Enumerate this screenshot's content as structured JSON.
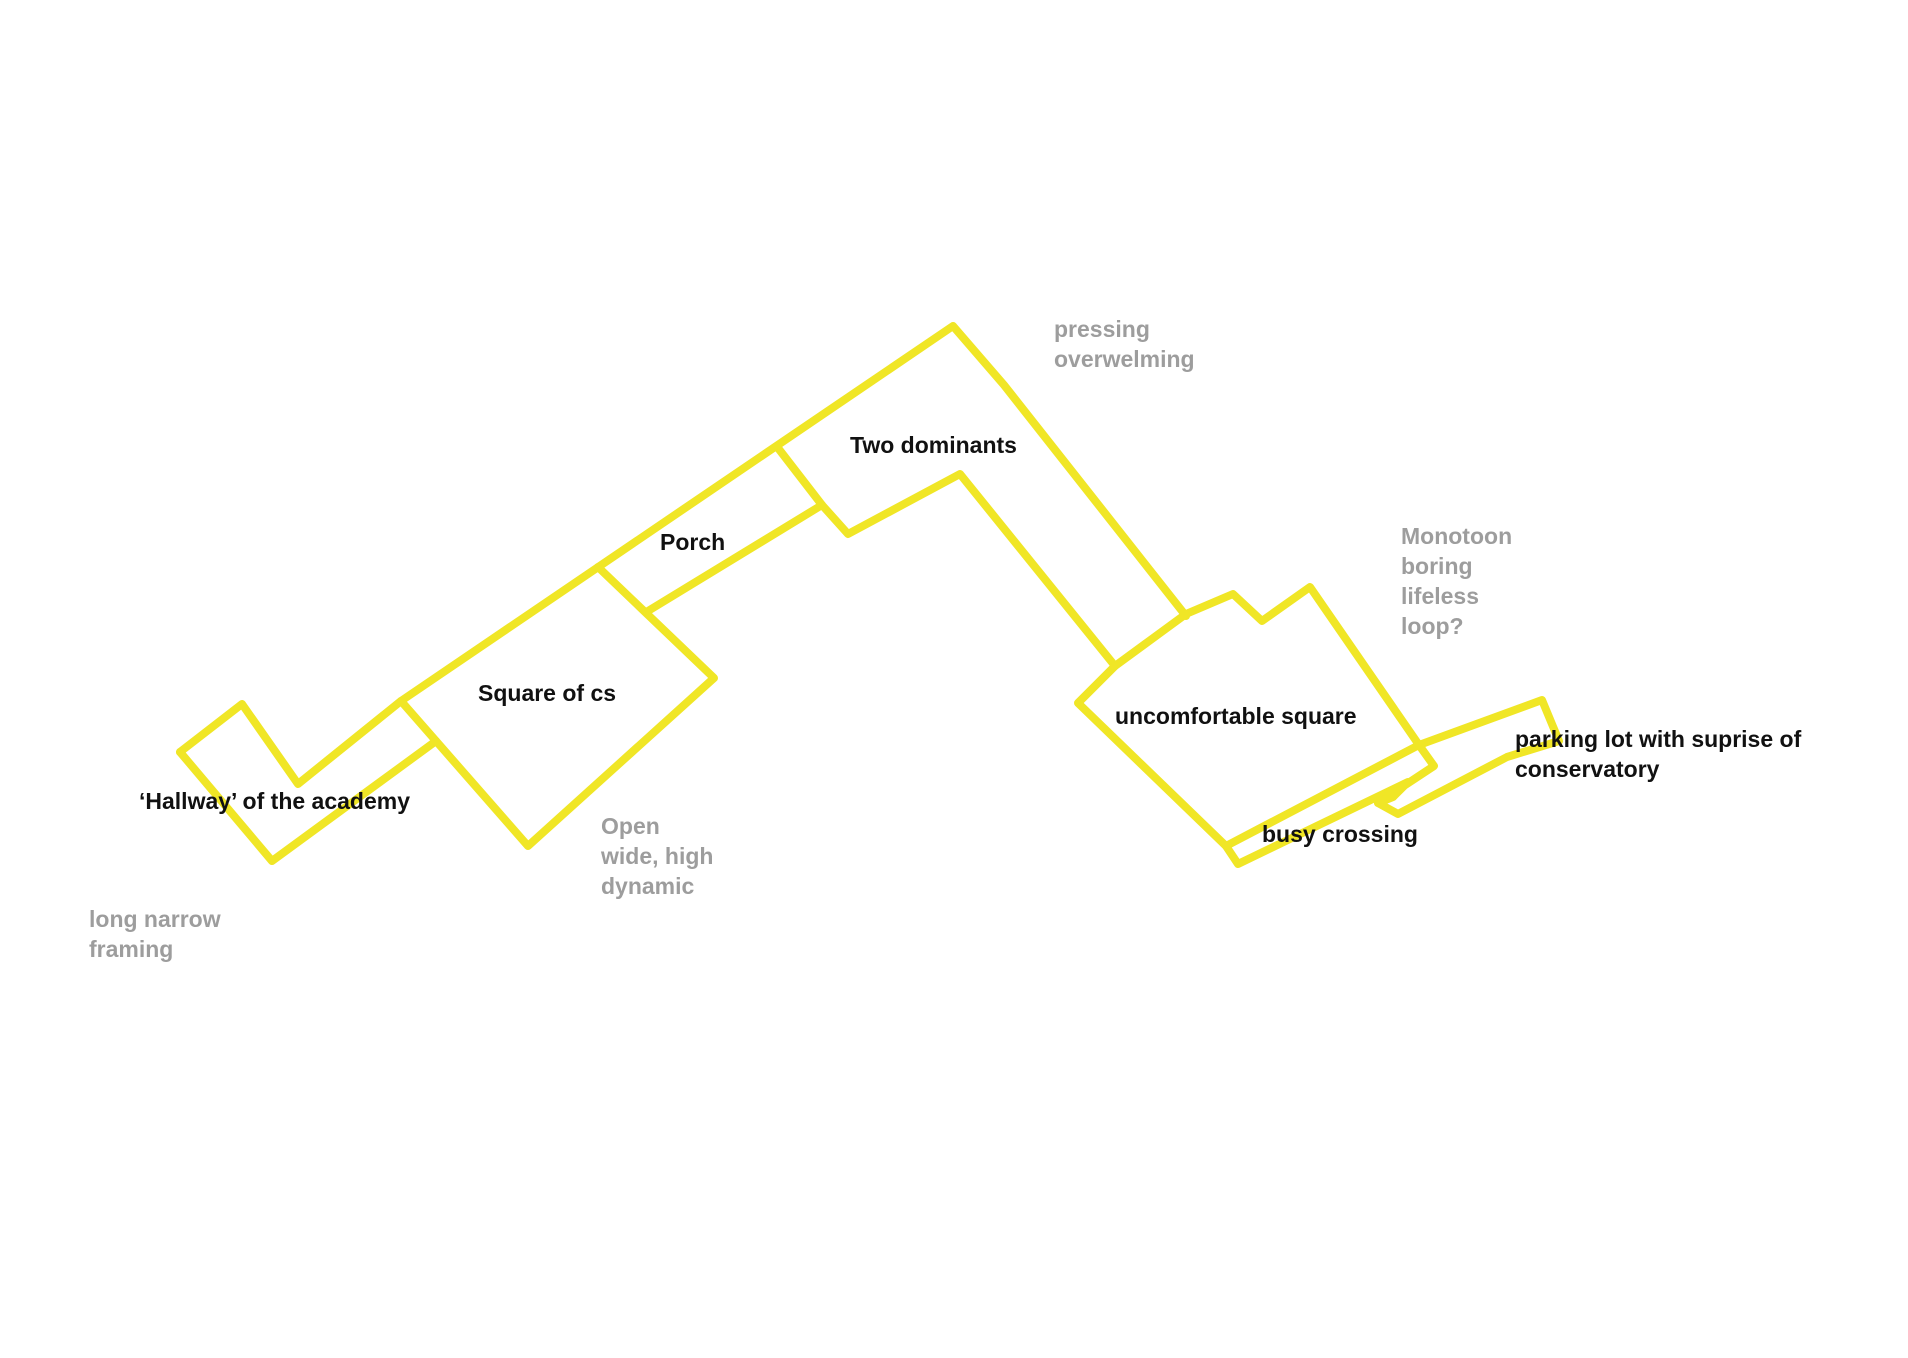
{
  "colors": {
    "route": "#f0e626",
    "space_label": "#111111",
    "note_label": "#9d9d9d",
    "background": "#ffffff"
  },
  "spaces": {
    "hallway": "‘Hallway’ of the academy",
    "square_cs": "Square of cs",
    "porch": "Porch",
    "two_dominants": "Two dominants",
    "uncomfortable_square": "uncomfortable square",
    "busy_crossing": "busy crossing",
    "parking_lot": [
      "parking lot with suprise of",
      "conservatory"
    ]
  },
  "notes": {
    "hallway": [
      "long narrow",
      "framing"
    ],
    "square_cs": [
      "Open",
      "wide, high",
      "dynamic"
    ],
    "two_dominants": [
      "pressing",
      "overwelming"
    ],
    "uncomfortable_square": [
      "Monotoon",
      "boring",
      "lifeless",
      "loop?"
    ]
  }
}
